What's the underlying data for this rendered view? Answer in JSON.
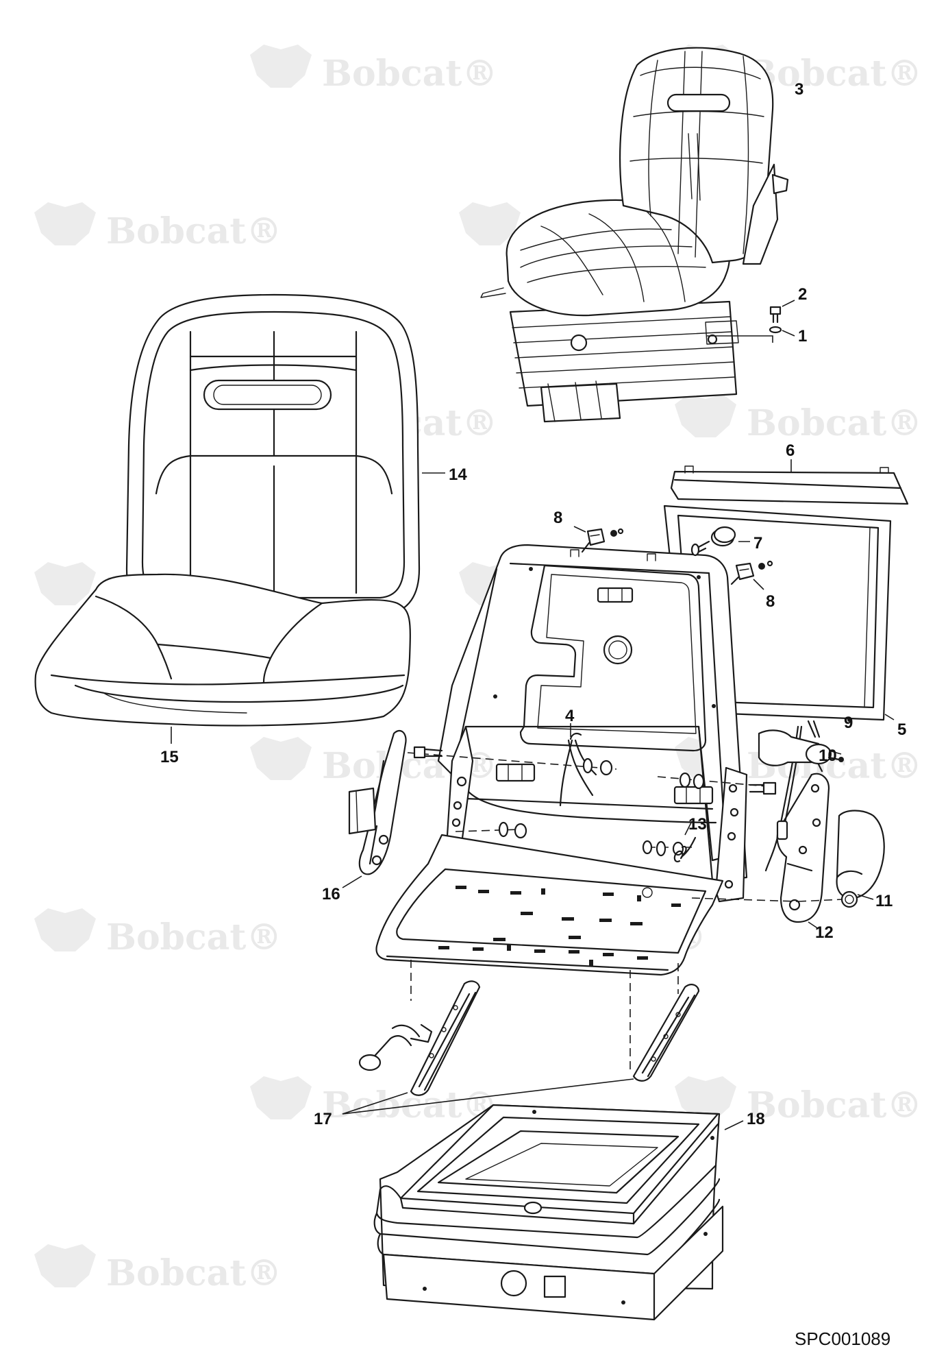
{
  "watermark": {
    "brand": "Bobcat",
    "registered_mark": "®"
  },
  "callouts": [
    {
      "id": "c1",
      "label": "1"
    },
    {
      "id": "c2",
      "label": "2"
    },
    {
      "id": "c3",
      "label": "3"
    },
    {
      "id": "c4",
      "label": "4"
    },
    {
      "id": "c5",
      "label": "5"
    },
    {
      "id": "c6",
      "label": "6"
    },
    {
      "id": "c7",
      "label": "7"
    },
    {
      "id": "c8a",
      "label": "8"
    },
    {
      "id": "c8b",
      "label": "8"
    },
    {
      "id": "c9",
      "label": "9"
    },
    {
      "id": "c10",
      "label": "10"
    },
    {
      "id": "c11",
      "label": "11"
    },
    {
      "id": "c12",
      "label": "12"
    },
    {
      "id": "c13",
      "label": "13"
    },
    {
      "id": "c14",
      "label": "14"
    },
    {
      "id": "c15",
      "label": "15"
    },
    {
      "id": "c16",
      "label": "16"
    },
    {
      "id": "c17",
      "label": "17"
    },
    {
      "id": "c18",
      "label": "18"
    }
  ],
  "drawing_code": "SPC001089",
  "colors": {
    "line": "#1a1a1a",
    "watermark": "#e9e9e9",
    "background": "#ffffff"
  }
}
